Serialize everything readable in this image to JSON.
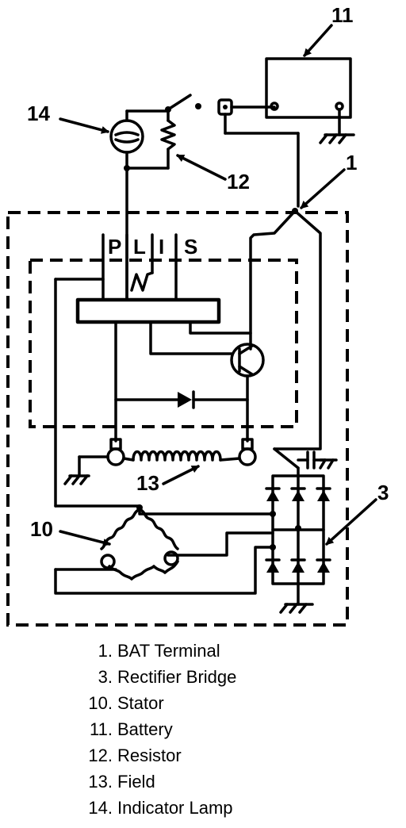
{
  "callouts": {
    "bat_terminal": "1",
    "rectifier_bridge": "3",
    "stator": "10",
    "battery": "11",
    "resistor": "12",
    "field": "13",
    "indicator_lamp": "14"
  },
  "terminals": {
    "p": "P",
    "l": "L",
    "i": "I",
    "s": "S"
  },
  "legend": [
    {
      "num": "1.",
      "text": "BAT Terminal"
    },
    {
      "num": "3.",
      "text": "Rectifier Bridge"
    },
    {
      "num": "10.",
      "text": "Stator"
    },
    {
      "num": "11.",
      "text": "Battery"
    },
    {
      "num": "12.",
      "text": "Resistor"
    },
    {
      "num": "13.",
      "text": "Field"
    },
    {
      "num": "14.",
      "text": "Indicator Lamp"
    }
  ]
}
